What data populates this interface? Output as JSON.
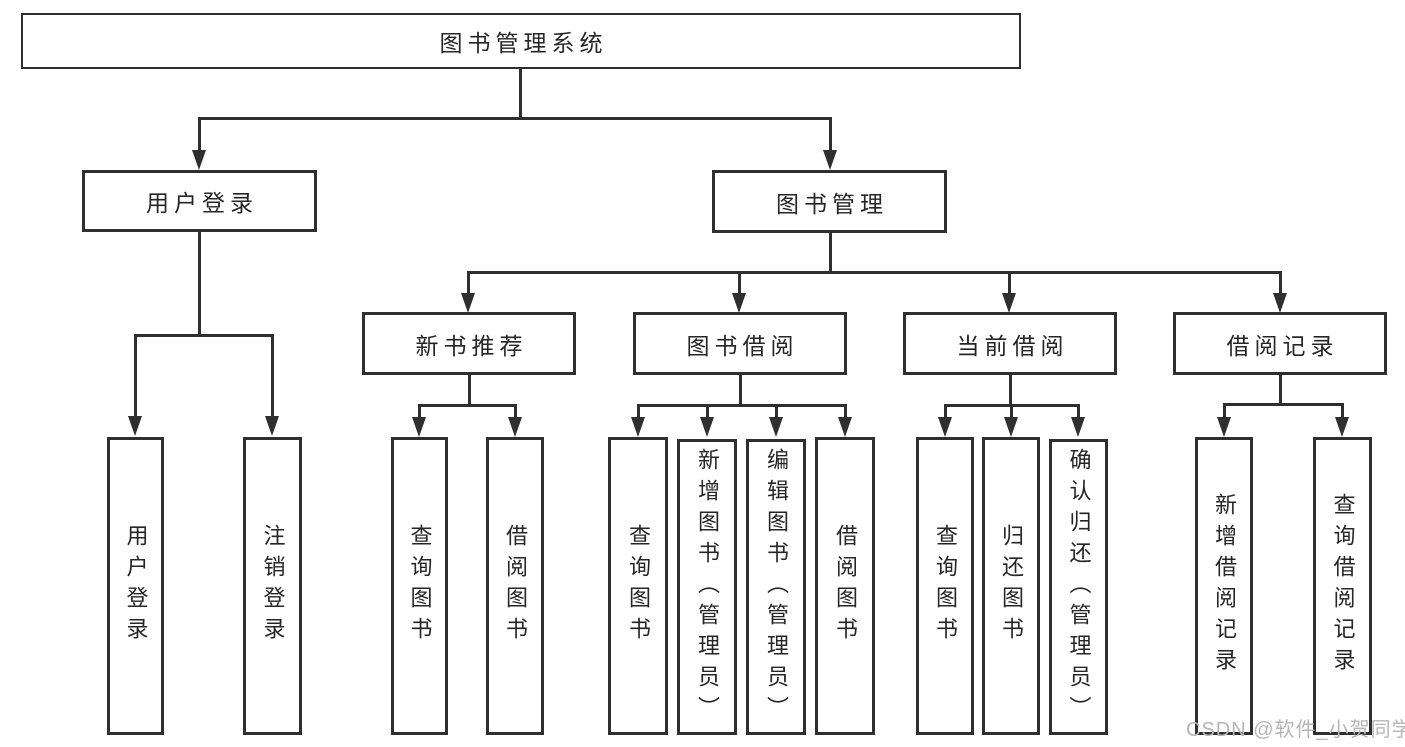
{
  "diagram": {
    "root": {
      "label": "图书管理系统"
    },
    "level2": [
      {
        "label": "用户登录",
        "children": [
          {
            "label": "用户登录"
          },
          {
            "label": "注销登录"
          }
        ]
      },
      {
        "label": "图书管理",
        "children": [
          {
            "label": "新书推荐",
            "children": [
              {
                "label": "查询图书"
              },
              {
                "label": "借阅图书"
              }
            ]
          },
          {
            "label": "图书借阅",
            "children": [
              {
                "label": "查询图书"
              },
              {
                "label": "新增图书（管理员）"
              },
              {
                "label": "编辑图书（管理员）"
              },
              {
                "label": "借阅图书"
              }
            ]
          },
          {
            "label": "当前借阅",
            "children": [
              {
                "label": "查询图书"
              },
              {
                "label": "归还图书"
              },
              {
                "label": "确认归还（管理员）"
              }
            ]
          },
          {
            "label": "借阅记录",
            "children": [
              {
                "label": "新增借阅记录"
              },
              {
                "label": "查询借阅记录"
              }
            ]
          }
        ]
      }
    ],
    "watermark": "CSDN @软件_小贺同学",
    "colors": {
      "line": "#2f2f2f",
      "text": "#262626",
      "watermark": "#b5b5b5",
      "background": "#ffffff"
    }
  }
}
